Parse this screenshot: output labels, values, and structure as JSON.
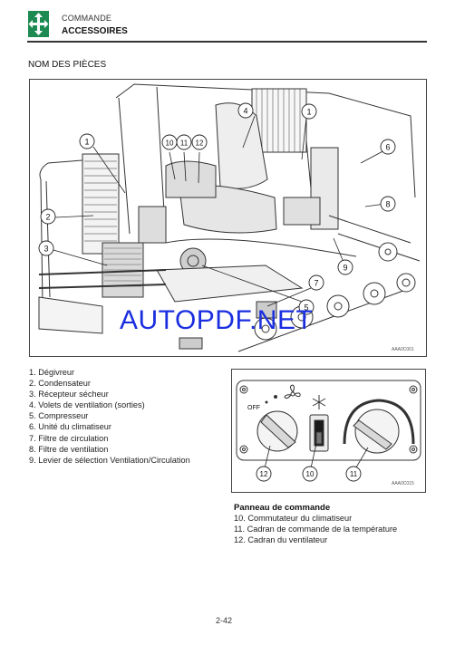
{
  "header": {
    "category": "COMMANDE",
    "subcategory": "ACCESSOIRES"
  },
  "section_title": "NOM DES PIÈCES",
  "main_figure": {
    "code": "AAA0C001",
    "callouts": [
      "1",
      "1",
      "2",
      "3",
      "4",
      "5",
      "6",
      "7",
      "8",
      "9",
      "10",
      "11",
      "12"
    ]
  },
  "parts": [
    "1. Dégivreur",
    "2. Condensateur",
    "3. Récepteur sécheur",
    "4. Volets de ventilation (sorties)",
    "5. Compresseur",
    "6. Unité du climatiseur",
    "7. Filtre de circulation",
    "8. Filtre de ventilation",
    "9. Levier de sélection Ventilation/Circulation"
  ],
  "panel_figure": {
    "code": "AAA0C015",
    "off_label": "OFF",
    "callouts": [
      "12",
      "10",
      "11"
    ]
  },
  "panel": {
    "title": "Panneau de commande",
    "items": [
      "10. Commutateur du climatiseur",
      "11. Cadran de commande de la température",
      "12. Cadran du ventilateur"
    ]
  },
  "watermark": "AUTOPDF.NET",
  "page_number": "2-42",
  "colors": {
    "logo_green": "#1d8a52",
    "watermark_blue": "#1b2fe0"
  }
}
